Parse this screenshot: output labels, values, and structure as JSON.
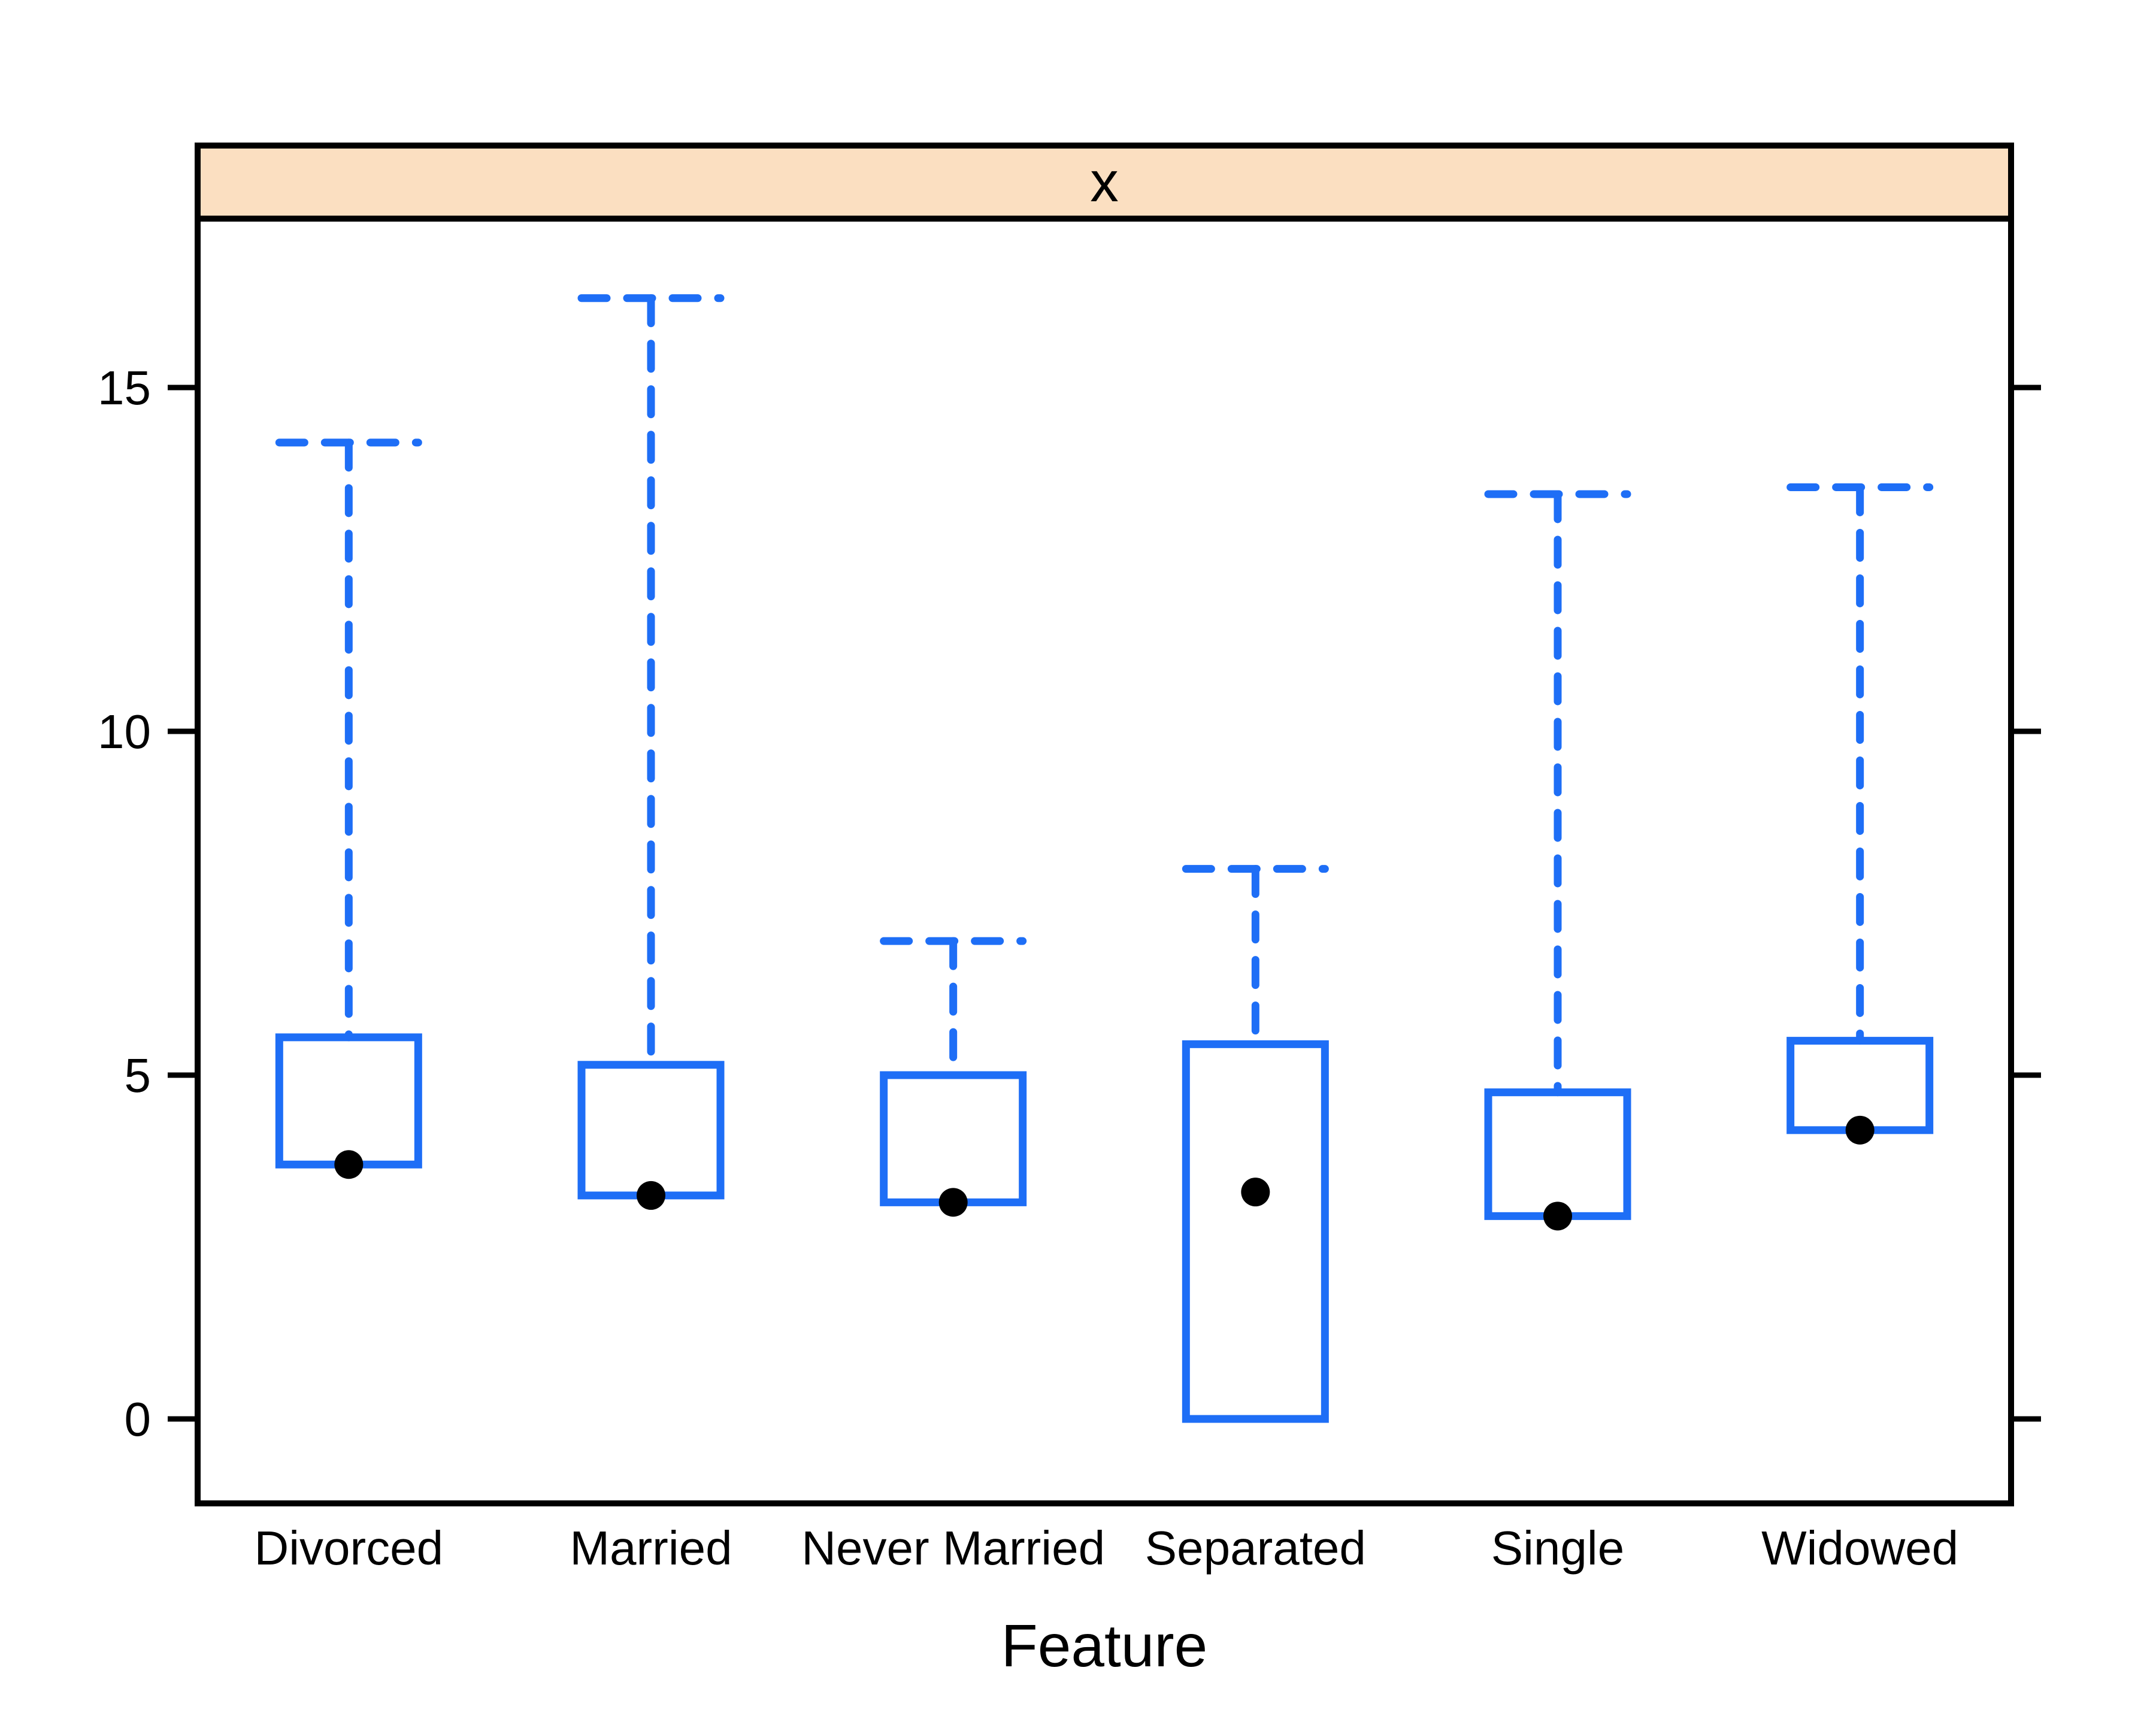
{
  "figure": {
    "strip_label": "x",
    "x_axis_label": "Feature",
    "background": "#ffffff",
    "strip_fill": "#fbdfc1",
    "box_color": "#1e6ef6",
    "median_dot_color": "#000000",
    "border_color": "#000000"
  },
  "chart_data": {
    "type": "boxplot",
    "title": "x",
    "xlabel": "Feature",
    "ylabel": "",
    "categories": [
      "Divorced",
      "Married",
      "Never Married",
      "Separated",
      "Single",
      "Widowed"
    ],
    "y_ticks": [
      0,
      5,
      10,
      15
    ],
    "ylim": [
      -1.23,
      17.46
    ],
    "grid": false,
    "legend": "none",
    "whisker_style": "dashed-blue",
    "series": [
      {
        "name": "Divorced",
        "q1": 3.7,
        "q3": 5.55,
        "median": 3.7,
        "whisker_low": 3.7,
        "whisker_high": 14.2
      },
      {
        "name": "Married",
        "q1": 3.25,
        "q3": 5.15,
        "median": 3.25,
        "whisker_low": 3.25,
        "whisker_high": 16.3
      },
      {
        "name": "Never Married",
        "q1": 3.15,
        "q3": 5.0,
        "median": 3.15,
        "whisker_low": 3.15,
        "whisker_high": 6.95
      },
      {
        "name": "Separated",
        "q1": 0.0,
        "q3": 5.45,
        "median": 3.3,
        "whisker_low": 0.0,
        "whisker_high": 8.0
      },
      {
        "name": "Single",
        "q1": 2.95,
        "q3": 4.75,
        "median": 2.95,
        "whisker_low": 2.95,
        "whisker_high": 13.45
      },
      {
        "name": "Widowed",
        "q1": 4.2,
        "q3": 5.5,
        "median": 4.2,
        "whisker_low": 4.2,
        "whisker_high": 13.55
      }
    ]
  }
}
